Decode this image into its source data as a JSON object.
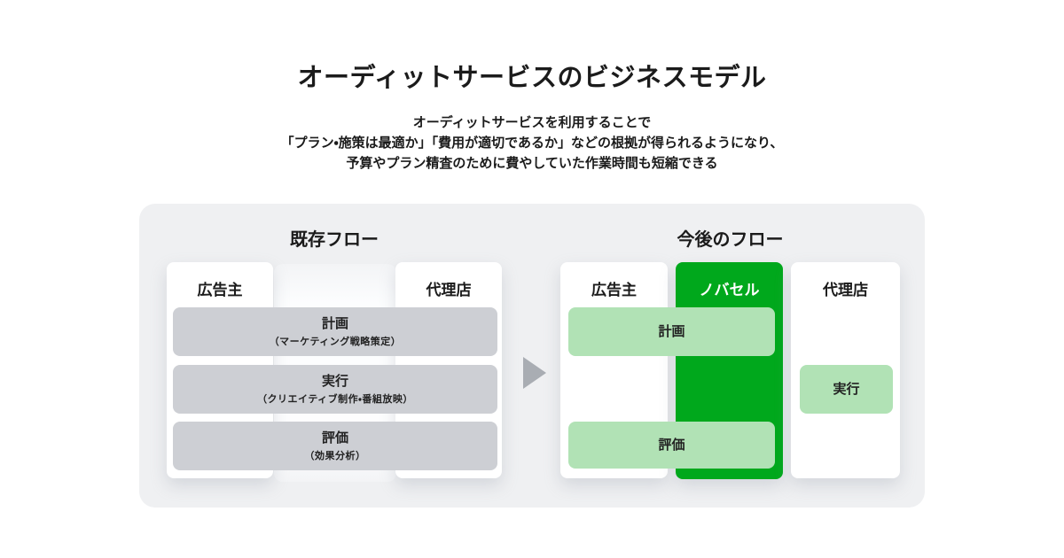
{
  "page": {
    "title": "オーディットサービスのビジネスモデル",
    "subtitle_lines": [
      "オーディットサービスを利用することで",
      "「プラン・施策は最適か」「費用が適切であるか」などの根拠が得られるようになり、",
      "予算やプラン精査のために費やしていた作業時間も短縮できる"
    ]
  },
  "colors": {
    "accent_green": "#00A81C",
    "light_green": "#B1E2B5",
    "gray_bar": "#CDCFD4",
    "panel_bg": "#EFF0F2"
  },
  "diagram": {
    "existing_flow": {
      "heading": "既存フロー",
      "columns": [
        {
          "label": "広告主"
        },
        {
          "label": "代理店"
        }
      ],
      "steps": [
        {
          "label": "計画",
          "sublabel": "（マーケティング戦略策定）"
        },
        {
          "label": "実行",
          "sublabel": "（クリエイティブ制作・番組放映）"
        },
        {
          "label": "評価",
          "sublabel": "（効果分析）"
        }
      ]
    },
    "arrow_icon": "right-arrow",
    "future_flow": {
      "heading": "今後のフロー",
      "columns": [
        {
          "label": "広告主"
        },
        {
          "label": "ノバセル"
        },
        {
          "label": "代理店"
        }
      ],
      "steps": [
        {
          "label": "計画"
        },
        {
          "label": "実行"
        },
        {
          "label": "評価"
        }
      ]
    }
  }
}
